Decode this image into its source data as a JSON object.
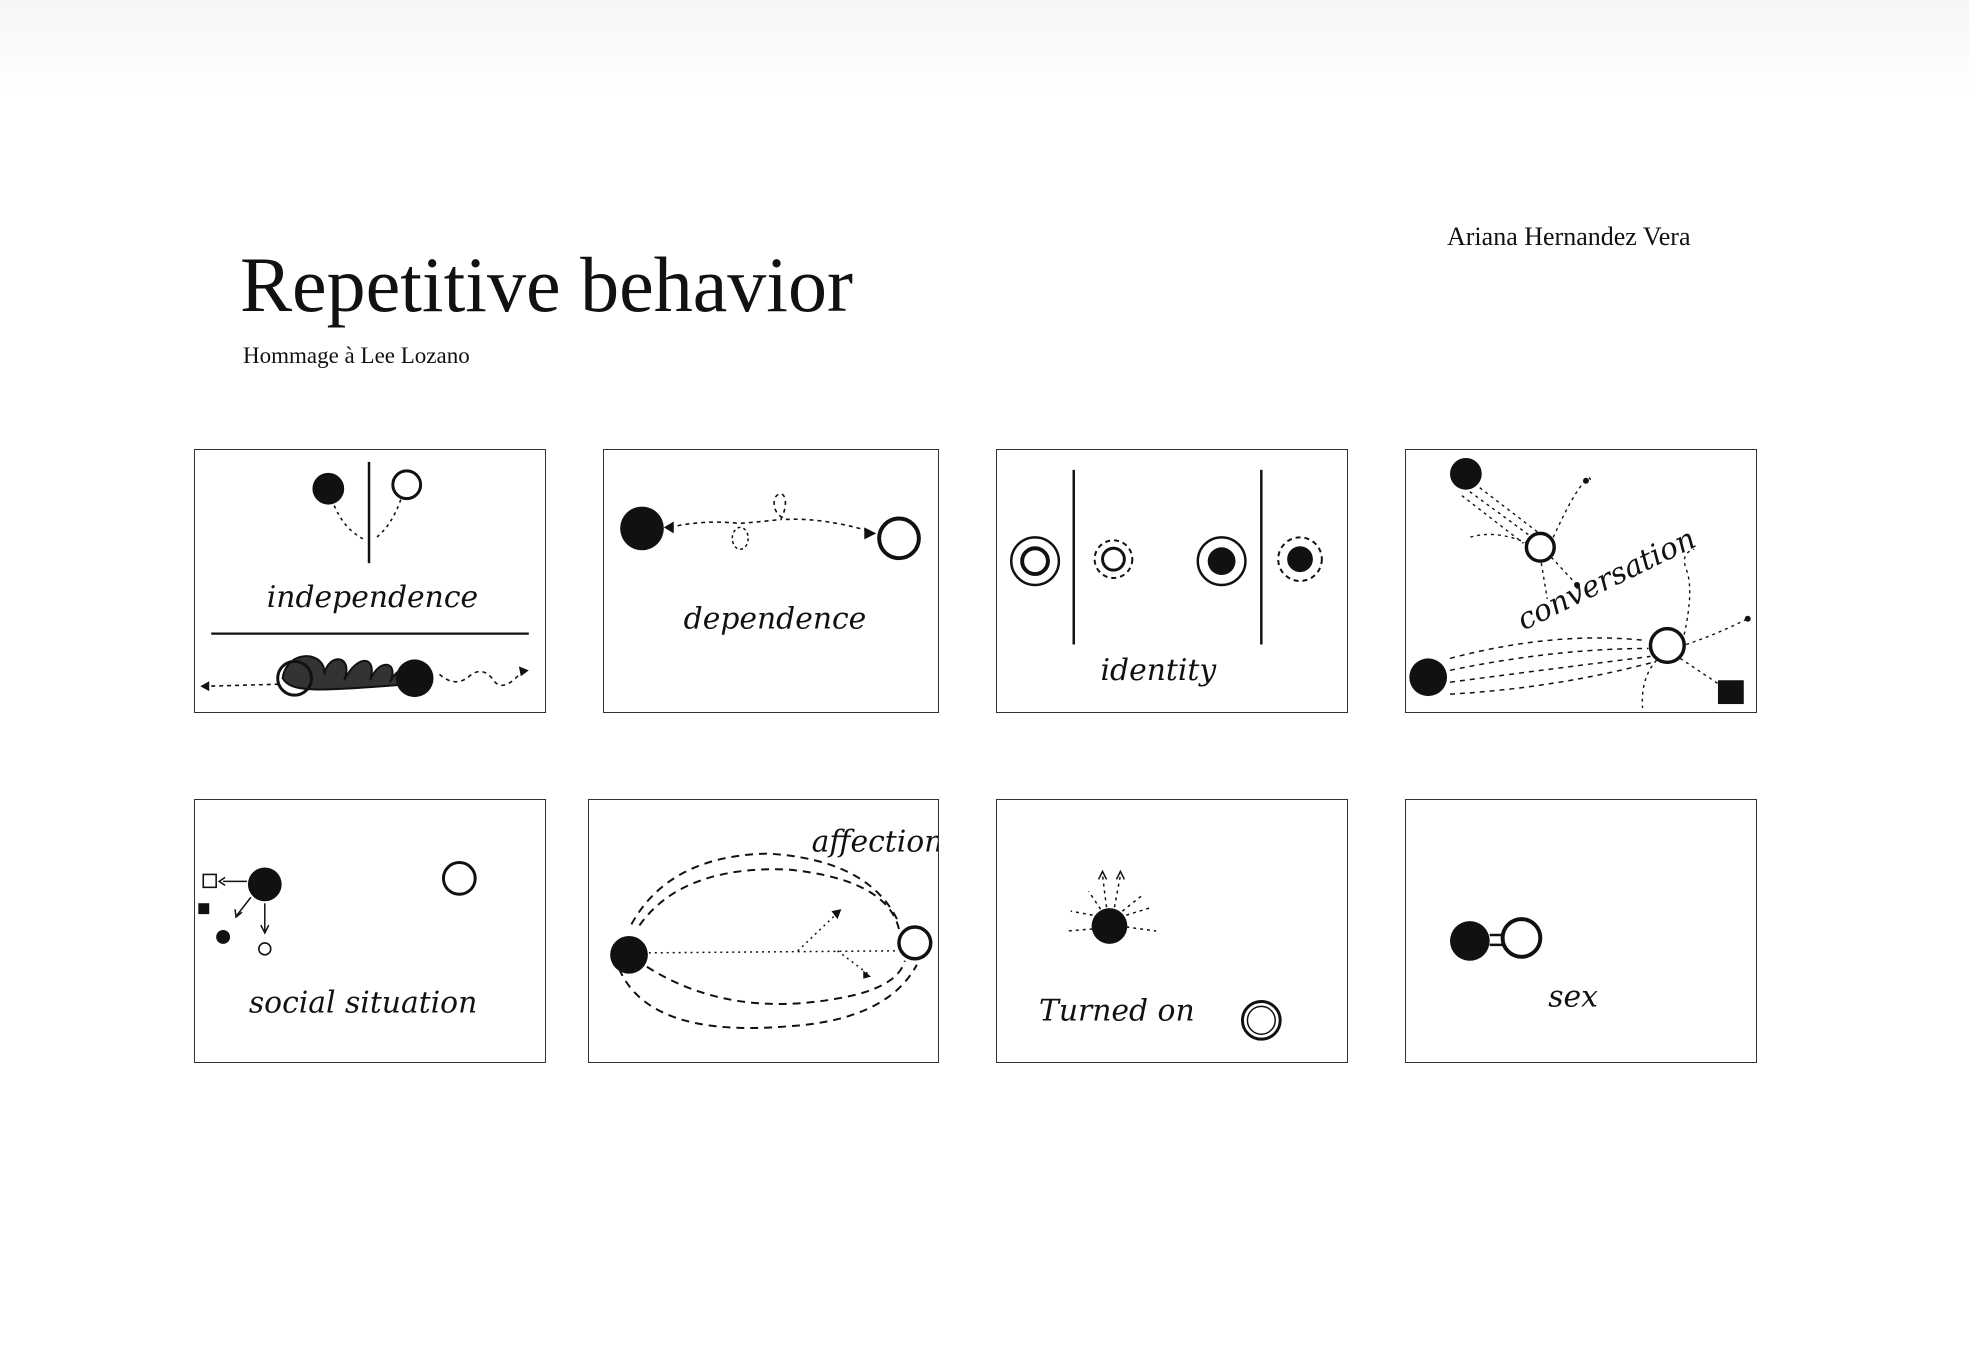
{
  "header": {
    "author": "Ariana Hernandez Vera",
    "title": "Repetitive behavior",
    "subtitle": "Hommage à Lee Lozano"
  },
  "panels": [
    {
      "label": "independence"
    },
    {
      "label": "dependence"
    },
    {
      "label": "identity"
    },
    {
      "label": "conversation"
    },
    {
      "label": "social situation"
    },
    {
      "label": "affection"
    },
    {
      "label": "Turned on"
    },
    {
      "label": "sex"
    }
  ]
}
